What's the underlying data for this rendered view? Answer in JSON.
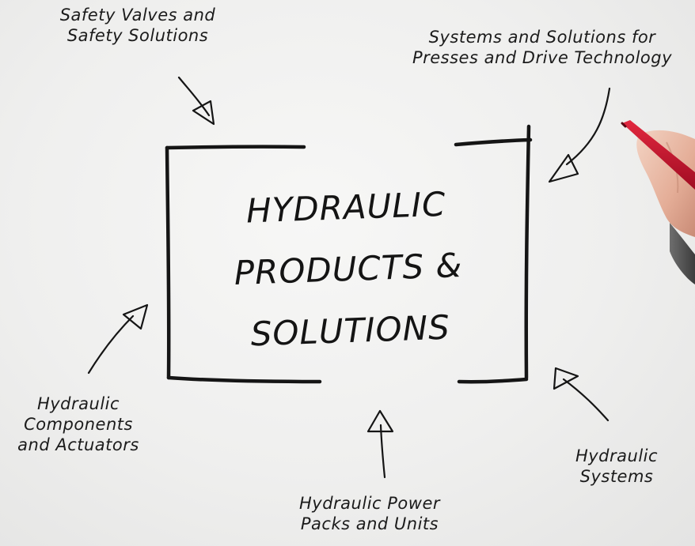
{
  "title": {
    "lines": "HYDRAULIC\nPRODUCTS &\nSOLUTIONS"
  },
  "labels": {
    "safety": "Safety Valves and\nSafety Solutions",
    "presses": "Systems and Solutions for\nPresses and Drive Technology",
    "components": "Hydraulic\nComponents\nand Actuators",
    "power_packs": "Hydraulic Power\nPacks and Units",
    "systems": "Hydraulic\nSystems"
  },
  "colors": {
    "ink": "#151515",
    "background": "#f2f2f1",
    "pen_red": "#c8102e",
    "skin": "#e9b9a2"
  },
  "icons": {
    "hand": "hand-holding-pen-icon"
  }
}
